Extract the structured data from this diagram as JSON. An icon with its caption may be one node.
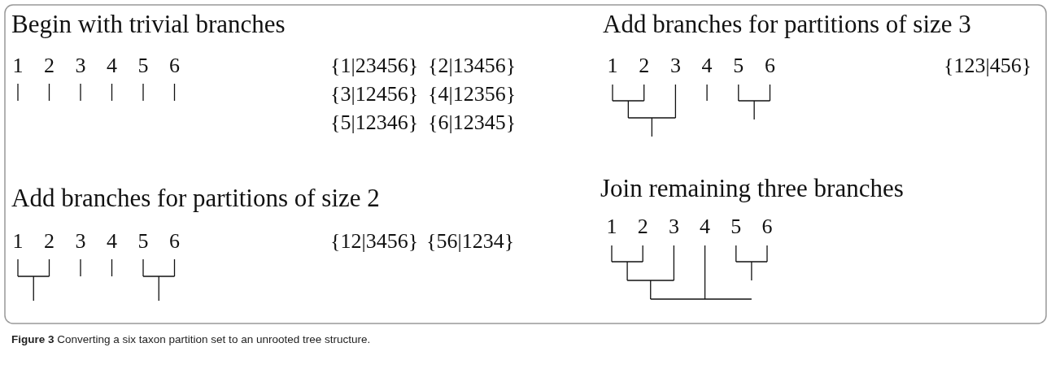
{
  "diagram": {
    "caption": "**Figure 3** Converting a six taxon partition set to an unrooted tree structure.",
    "labels": [
      "Begin with trivial branches",
      "1",
      "2",
      "3",
      "4",
      "5",
      "6",
      "{1|23456}",
      "{2|13456}",
      "{3|12456}",
      "{4|12356}",
      "{5|12346}",
      "{6|12345}",
      "Add branches for partitions of size 3",
      "1",
      "2",
      "3",
      "4",
      "5",
      "6",
      "{123|456}",
      "Add branches for partitions of size 2",
      "1",
      "2",
      "3",
      "4",
      "5",
      "6",
      "{12|3456}",
      "{56|1234}",
      "Join remaining three branches",
      "1",
      "2",
      "3",
      "4",
      "5",
      "6"
    ]
  }
}
